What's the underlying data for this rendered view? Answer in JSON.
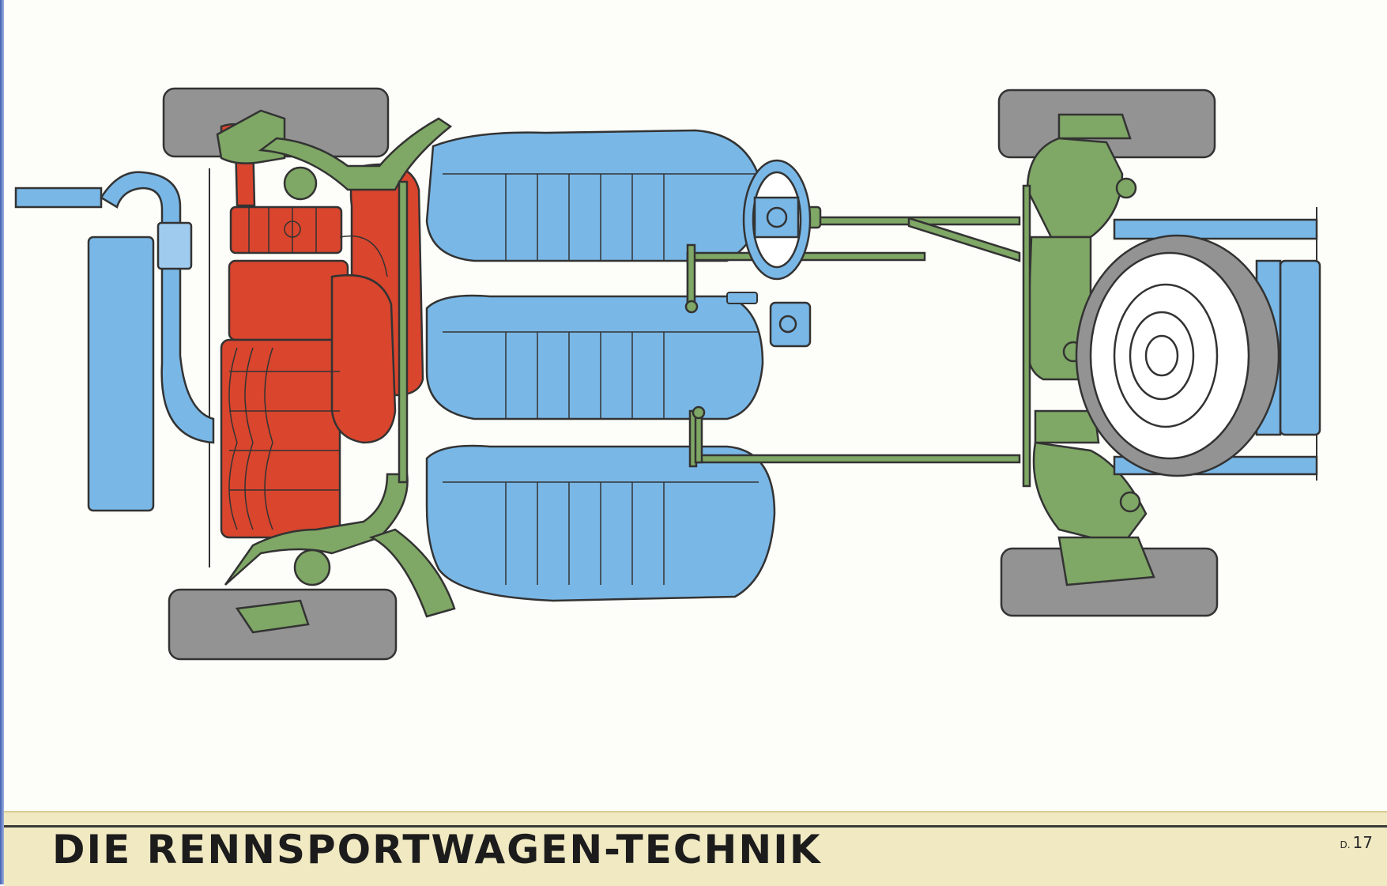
{
  "page": {
    "title": "DIE RENNSPORTWAGEN-TECHNIK",
    "page_number_prefix": "D.",
    "page_number": "17"
  },
  "colors": {
    "engine": "#d9452d",
    "body": "#79b7e6",
    "chassis": "#7fa765",
    "tire": "#939393",
    "footer_band": "#f0e9c2"
  },
  "diagram": {
    "components": [
      "engine",
      "exhaust",
      "seats",
      "steering-wheel",
      "chassis-frame",
      "front-axle",
      "rear-axle",
      "spare-wheel",
      "radiator",
      "wheels"
    ]
  }
}
